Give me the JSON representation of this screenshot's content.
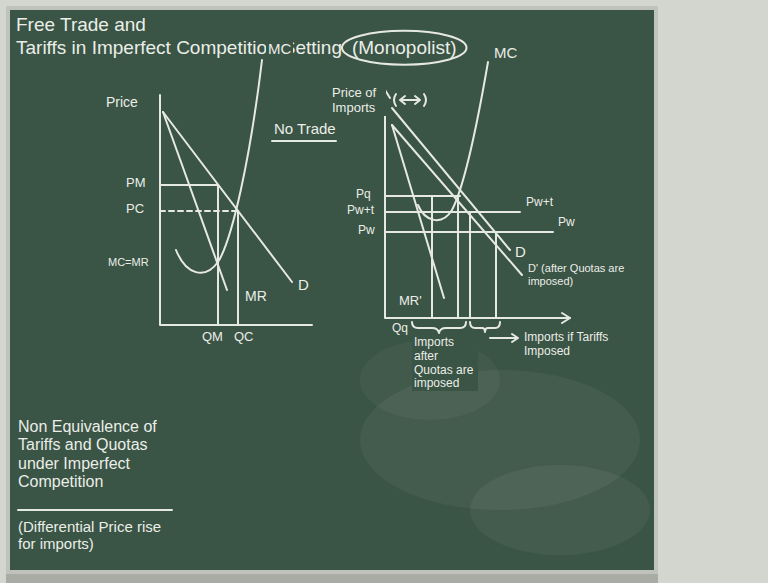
{
  "diagram": {
    "title": "Free Trade and Tariffs in Imperfect Competition Setting",
    "labels": [
      "(Monopolist)",
      "Price",
      "MC",
      "No Trade",
      "PM",
      "PC",
      "MC=MR",
      "MR",
      "D",
      "QM",
      "QC",
      "Non Equivalence of Tariffs and Quotas under Imperfect Competition",
      "(Differential Price rise for imports)",
      "Price of Imports",
      "MC",
      "Pq",
      "Pw+t",
      "Pw",
      "Pw+t",
      "Pw",
      "D",
      "D' (after Quotas are imposed)",
      "MR'",
      "Qq",
      "Imports after Quotas are imposed",
      "Imports if Tariffs Imposed"
    ]
  }
}
